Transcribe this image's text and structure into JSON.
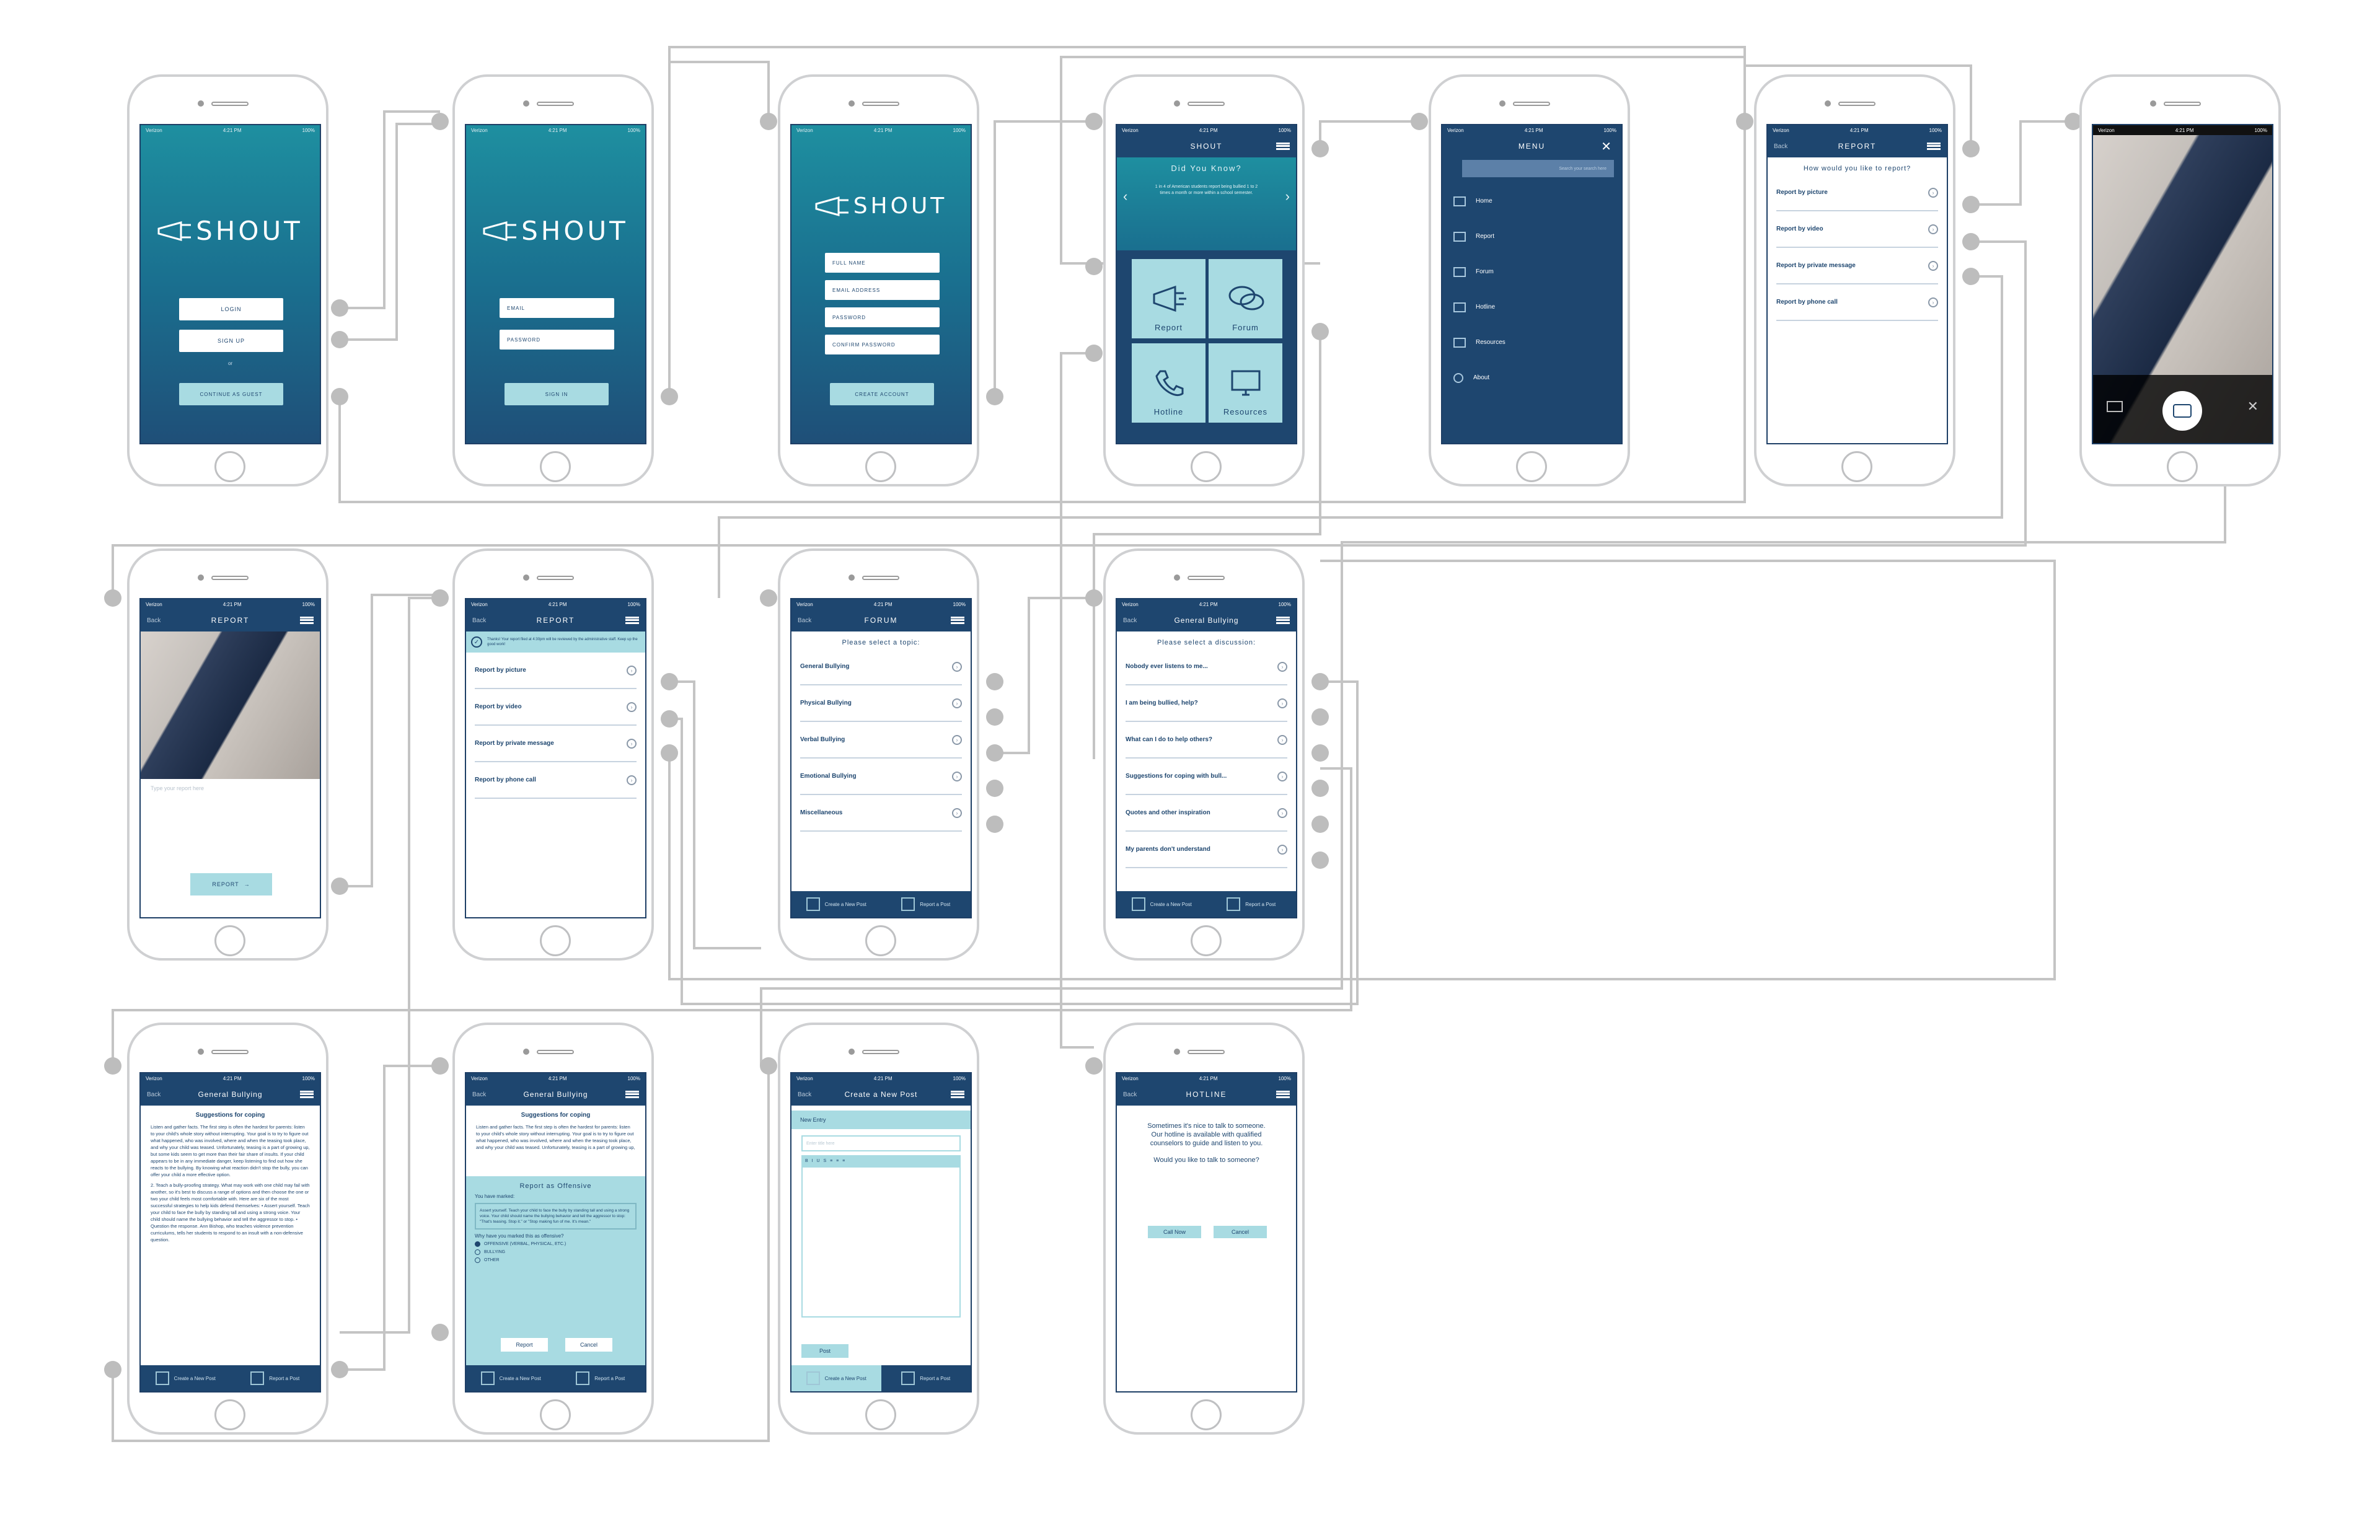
{
  "status": {
    "carrier": "Verizon",
    "time": "4:21 PM",
    "battery": "100%"
  },
  "brand": {
    "logo_text": "SHOUT"
  },
  "screens": {
    "welcome": {
      "login": "LOGIN",
      "signup": "SIGN UP",
      "or": "or",
      "guest": "CONTINUE AS GUEST"
    },
    "signin": {
      "email": "EMAIL",
      "password": "PASSWORD",
      "submit": "SIGN IN"
    },
    "signup": {
      "full_name": "FULL NAME",
      "email": "EMAIL ADDRESS",
      "password": "PASSWORD",
      "confirm": "CONFIRM PASSWORD",
      "submit": "CREATE ACCOUNT"
    },
    "home": {
      "dyk_title": "Did You Know?",
      "dyk_text": "1 in 4 of American students report being bullied 1 to 2 times a month or more within a school semester.",
      "tiles": [
        "Report",
        "Forum",
        "Hotline",
        "Resources"
      ]
    },
    "menu": {
      "title": "MENU",
      "search_placeholder": "Search your search here",
      "items": [
        "Home",
        "Report",
        "Forum",
        "Hotline",
        "Resources",
        "About"
      ]
    },
    "report": {
      "title": "REPORT",
      "back": "Back",
      "prompt": "How would you like to report?",
      "options": [
        "Report by picture",
        "Report by video",
        "Report by private message",
        "Report by phone call"
      ],
      "placeholder": "Type your report here",
      "submit": "REPORT",
      "confirm_text": "Thanks! Your report filed at 4:30pm will be reviewed by the administrative staff. Keep up the good work!"
    },
    "forum": {
      "title": "FORUM",
      "prompt": "Please select a topic:",
      "topics": [
        "General Bullying",
        "Physical Bullying",
        "Verbal Bullying",
        "Emotional Bullying",
        "Miscellaneous"
      ]
    },
    "general": {
      "title": "General Bullying",
      "prompt": "Please select a discussion:",
      "discussions": [
        "Nobody ever listens to me...",
        "I am being bullied, help?",
        "What can I do to help others?",
        "Suggestions for coping with bull...",
        "Quotes and other inspiration",
        "My parents don't understand"
      ]
    },
    "article": {
      "heading": "Suggestions for coping",
      "body": "Listen and gather facts. The first step is often the hardest for parents: listen to your child's whole story without interrupting. Your goal is to try to figure out what happened, who was involved, where and when the teasing took place, and why your child was teased. Unfortunately, teasing is a part of growing up, but some kids seem to get more than their fair share of insults. If your child appears to be in any immediate danger, keep listening to find out how she reacts to the bullying. By knowing what reaction didn't stop the bully, you can offer your child a more effective option.",
      "body2": "2. Teach a bully-proofing strategy. What may work with one child may fail with another, so it's best to discuss a range of options and then choose the one or two your child feels most comfortable with. Here are six of the most successful strategies to help kids defend themselves: • Assert yourself. Teach your child to face the bully by standing tall and using a strong voice. Your child should name the bullying behavior and tell the aggressor to stop. • Question the response. Ann Bishop, who teaches violence prevention curriculums, tells her students to respond to an insult with a non-defensive question."
    },
    "flag": {
      "title": "Report as Offensive",
      "marked": "You have marked:",
      "quote": "Assert yourself. Teach your child to face the bully by standing tall and using a strong voice. Your child should name the bullying behavior and tell the aggressor to stop: \"That's teasing. Stop it.\" or \"Stop making fun of me. It's mean.\"",
      "why": "Why have you marked this as offensive?",
      "reasons": [
        "OFFENSIVE (VERBAL, PHYSICAL, ETC.)",
        "BULLYING",
        "OTHER"
      ],
      "report": "Report",
      "cancel": "Cancel"
    },
    "newpost": {
      "title": "Create a New Post",
      "entry": "New Entry",
      "title_placeholder": "Enter title here",
      "toolbar": "B  I  U  S  ≡  ≡  ≡",
      "post": "Post"
    },
    "hotline": {
      "title": "HOTLINE",
      "text": "Sometimes it's nice to talk to someone. Our hotline is available with qualified counselors to guide and listen to you.",
      "question": "Would you like to talk to someone?",
      "call": "Call Now",
      "cancel": "Cancel"
    },
    "tabbar": {
      "new_post": "Create a New Post",
      "report_post": "Report a Post"
    }
  },
  "colors": {
    "navy": "#1e466f",
    "teal": "#1e8fa0",
    "light_teal": "#a8dbe2",
    "connector": "#bdbdbd"
  }
}
